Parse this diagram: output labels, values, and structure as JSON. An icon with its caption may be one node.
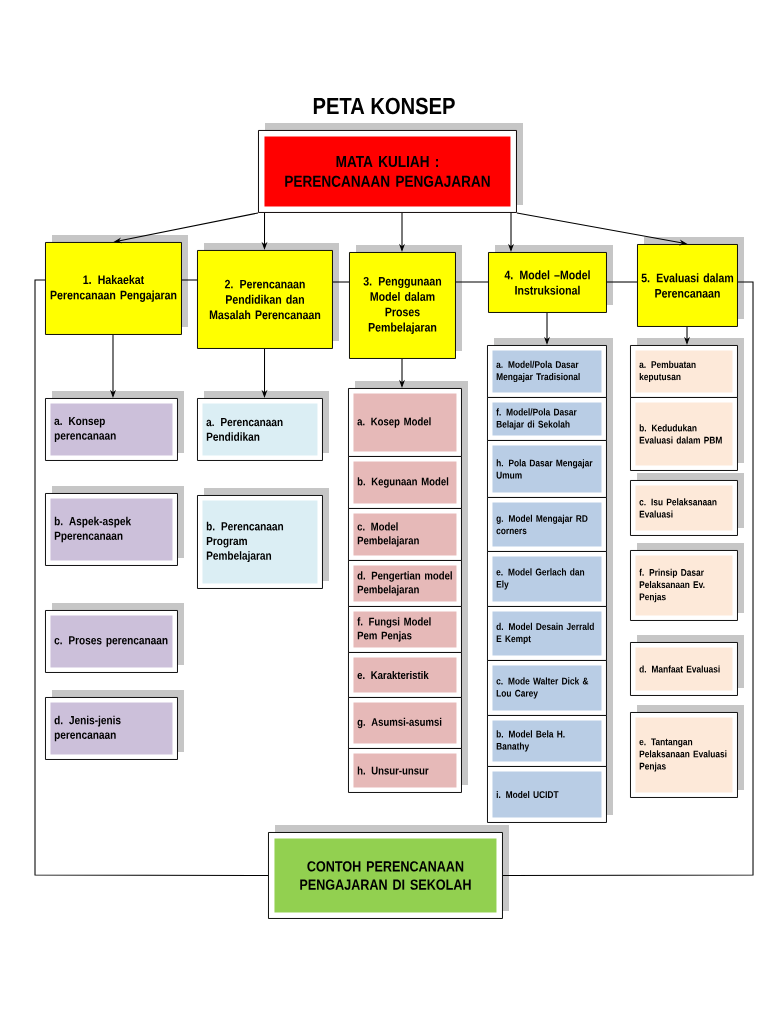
{
  "diagram": {
    "title": "PETA KONSEP",
    "nodes": [
      {
        "text": [
          "MATA KULIAH : PERENCANAAN PENGAJARAN"
        ]
      },
      {
        "text": [
          "1. Hakaekat Perencanaan Pengajaran"
        ]
      },
      {
        "text": [
          "2. Perencanaan Pendidikan dan Masalah Perencanaan"
        ]
      },
      {
        "text": [
          "3. Penggunaan Model dalam Proses Pembelajaran"
        ]
      },
      {
        "text": [
          "4. Model –Model Instruksional"
        ]
      },
      {
        "text": [
          "5. Evaluasi dalam Perencanaan"
        ]
      },
      {
        "text": [
          "a. Konsep perencanaan"
        ]
      },
      {
        "text": [
          "b. Aspek-aspek Pperencanaan"
        ]
      },
      {
        "text": [
          "c. Proses perencanaan"
        ]
      },
      {
        "text": [
          "d. Jenis-jenis perencanaan"
        ]
      },
      {
        "text": [
          "a. Perencanaan Pendidikan"
        ]
      },
      {
        "text": [
          "b. Perencanaan Program Pembelajaran"
        ]
      },
      {
        "text": [
          "a. Kosep Model"
        ]
      },
      {
        "text": [
          "b. Kegunaan Model"
        ]
      },
      {
        "text": [
          "c. Model Pembelajaran"
        ]
      },
      {
        "text": [
          "d. Pengertian model Pembelajaran"
        ]
      },
      {
        "text": [
          "f. Fungsi Model Pem Penjas"
        ]
      },
      {
        "text": [
          "e. Karakteristik"
        ]
      },
      {
        "text": [
          "g. Asumsi-asumsi"
        ]
      },
      {
        "text": [
          "h. Unsur-unsur"
        ]
      },
      {
        "text": [
          "a. Model/Pola Dasar Mengajar Tradisional"
        ]
      },
      {
        "text": [
          "f. Model/Pola Dasar Belajar di Sekolah"
        ]
      },
      {
        "text": [
          "h. Pola Dasar Mengajar Umum"
        ]
      },
      {
        "text": [
          "g. Model Mengajar RD corners"
        ]
      },
      {
        "text": [
          "e. Model Gerlach dan Ely"
        ]
      },
      {
        "text": [
          "d. Model Desain Jerrald E Kempt"
        ]
      },
      {
        "text": [
          "c. Mode Walter Dick & Lou Carey"
        ]
      },
      {
        "text": [
          "b. Model Bela H. Banathy"
        ]
      },
      {
        "text": [
          "i. Model UCIDT"
        ]
      },
      {
        "text": [
          "a. Pembuatan keputusan"
        ]
      },
      {
        "text": [
          "b. Kedudukan Evaluasi dalam PBM"
        ]
      },
      {
        "text": [
          "c. Isu Pelaksanaan Evaluasi"
        ]
      },
      {
        "text": [
          "f. Prinsip Dasar Pelaksanaan Ev. Penjas"
        ]
      },
      {
        "text": [
          "d. Manfaat Evaluasi"
        ]
      },
      {
        "text": [
          "e. Tantangan Pelaksanaan Evaluasi Penjas"
        ]
      },
      {
        "text": [
          "CONTOH PERENCANAAN PENGAJARAN DI SEKOLAH"
        ]
      }
    ],
    "edges": [
      {
        "from": 0,
        "to": 1,
        "arrow": "to"
      },
      {
        "from": 0,
        "to": 2,
        "arrow": "to"
      },
      {
        "from": 0,
        "to": 3,
        "arrow": "to"
      },
      {
        "from": 0,
        "to": 4,
        "arrow": "to"
      },
      {
        "from": 0,
        "to": 5,
        "arrow": "to"
      },
      {
        "from": 1,
        "to": 6,
        "arrow": "to"
      },
      {
        "from": 2,
        "to": 10,
        "arrow": "to"
      },
      {
        "from": 3,
        "to": 12,
        "arrow": "to"
      },
      {
        "from": 4,
        "to": 20,
        "arrow": "to"
      },
      {
        "from": 5,
        "to": 29,
        "arrow": "to"
      },
      {
        "from": 1,
        "to": 2,
        "arrow": "none"
      },
      {
        "from": 2,
        "to": 3,
        "arrow": "none"
      },
      {
        "from": 3,
        "to": 4,
        "arrow": "none"
      },
      {
        "from": 4,
        "to": 5,
        "arrow": "none"
      },
      {
        "from": 1,
        "to": 35,
        "arrow": "none"
      },
      {
        "from": 5,
        "to": 35,
        "arrow": "none"
      }
    ]
  }
}
